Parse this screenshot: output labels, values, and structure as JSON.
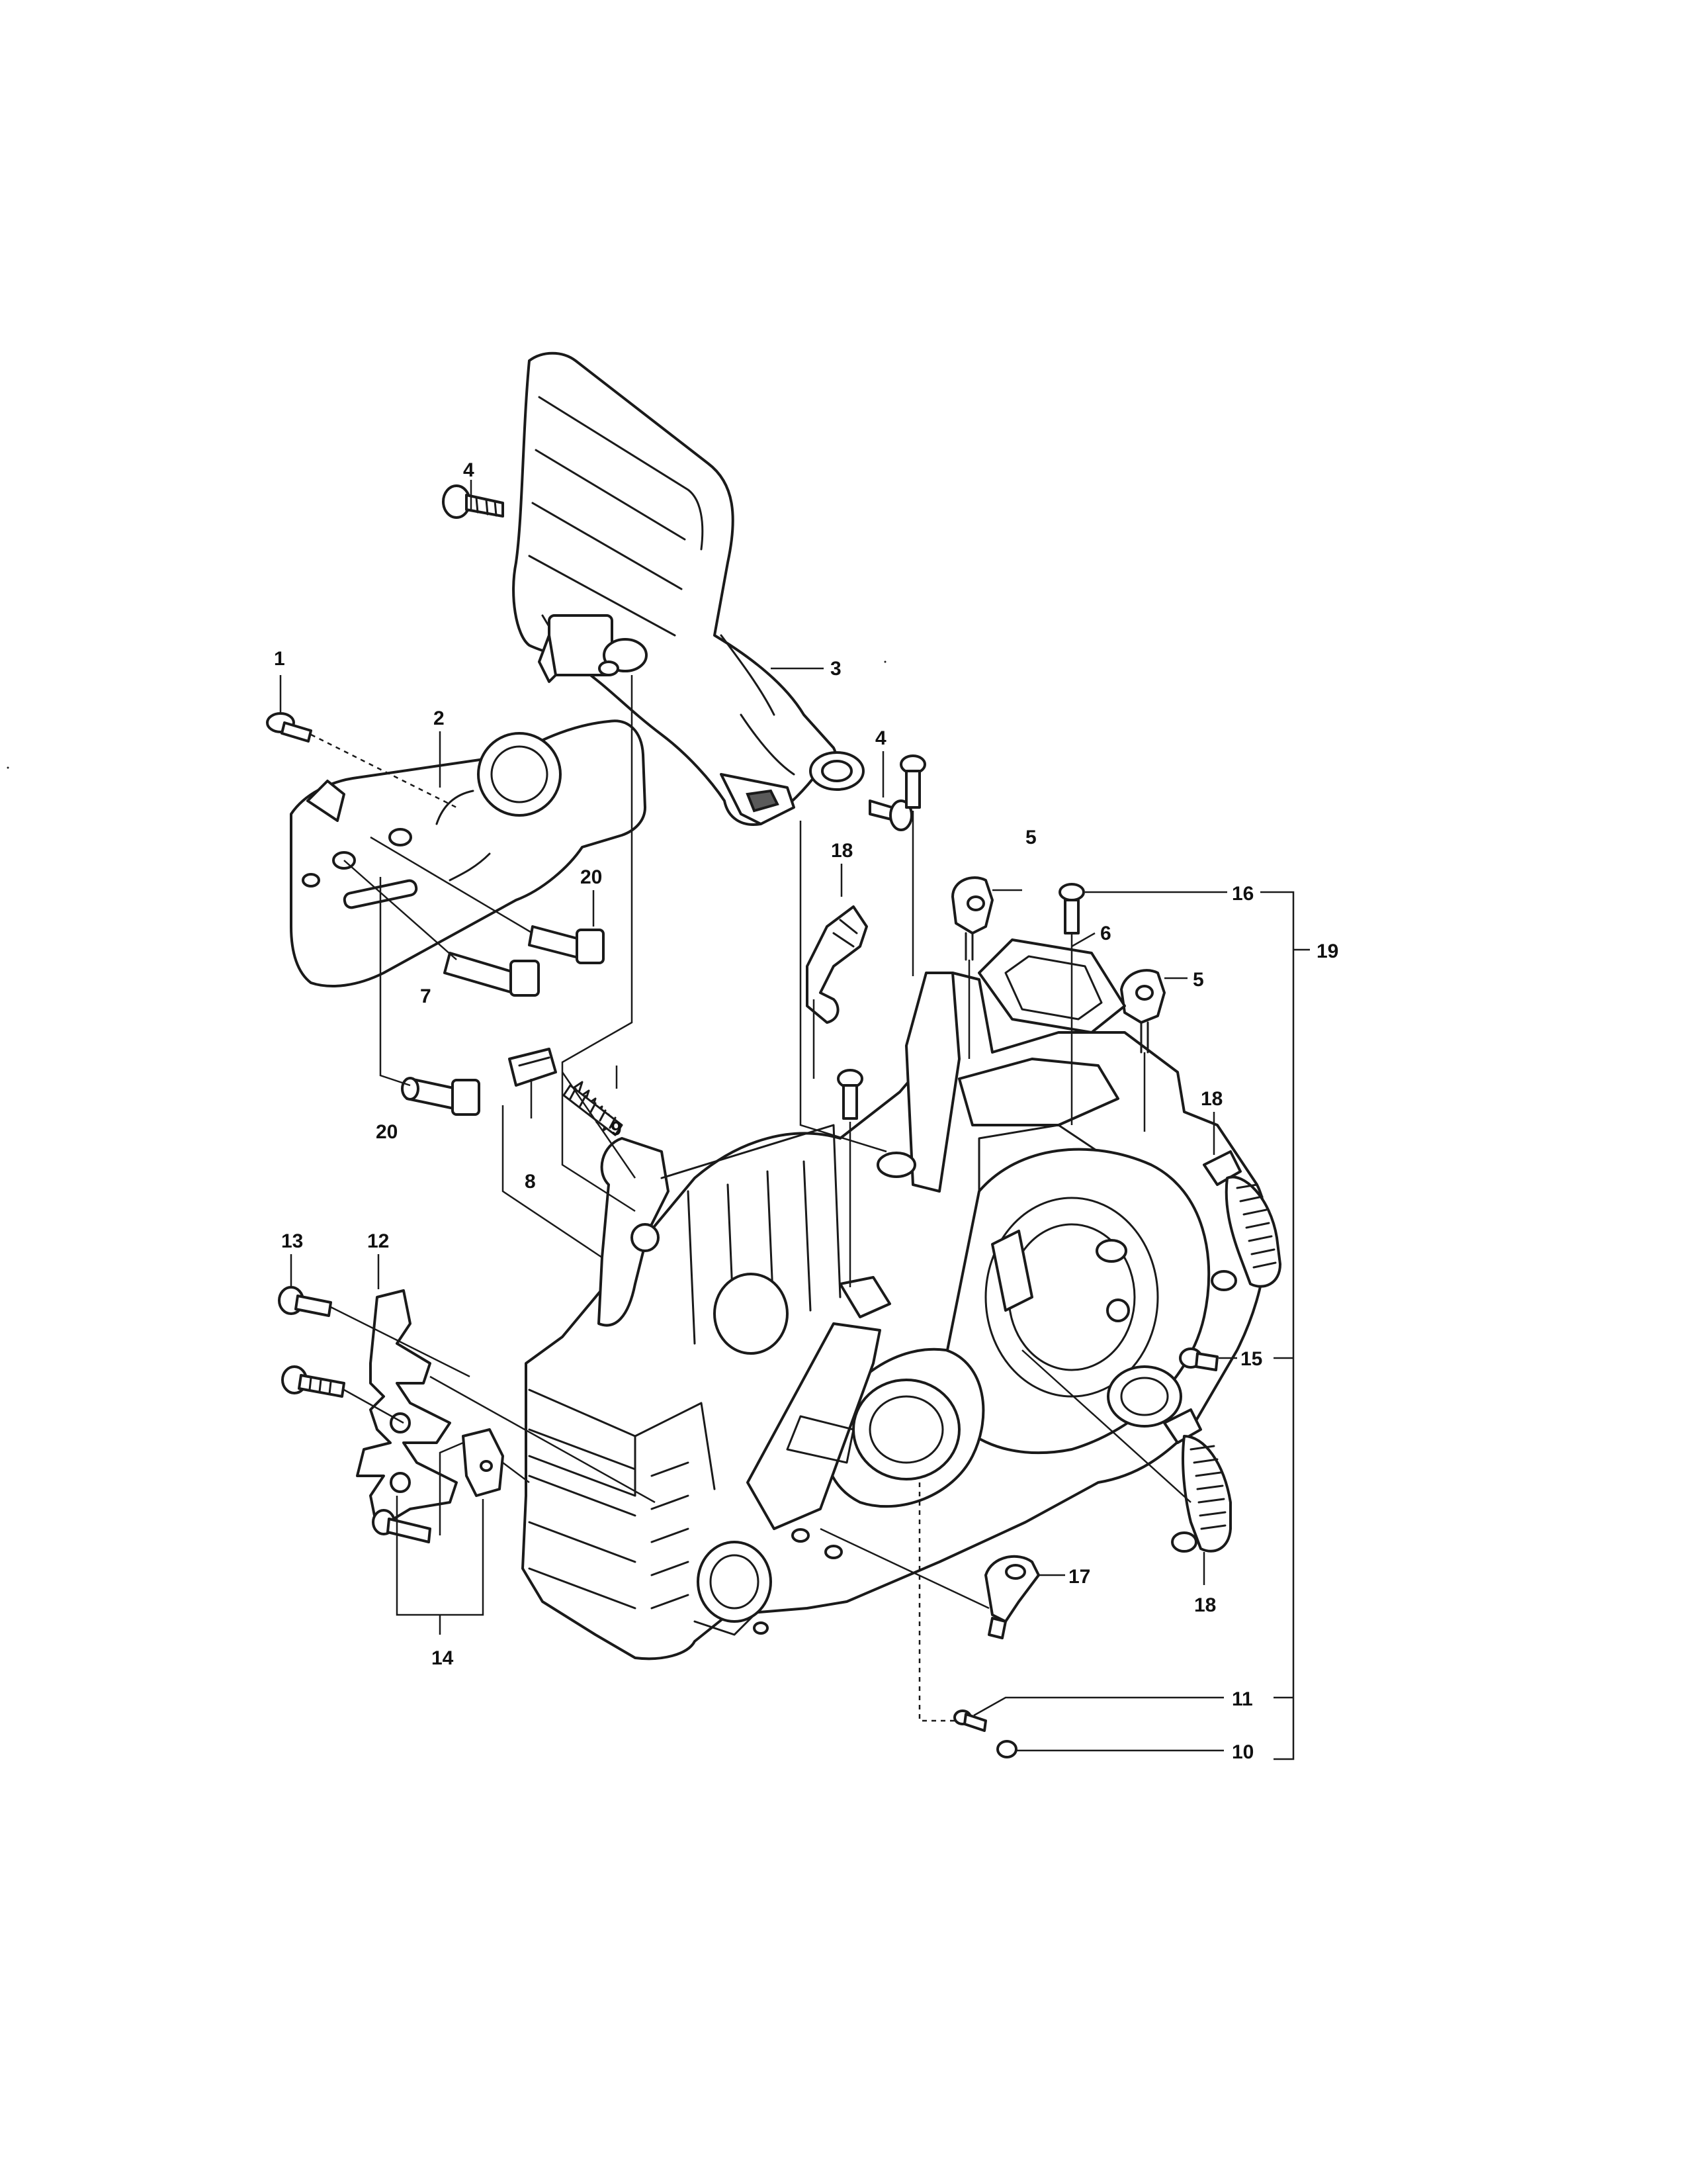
{
  "callouts": {
    "c1": "1",
    "c2": "2",
    "c3": "3",
    "c4a": "4",
    "c4b": "4",
    "c5a": "5",
    "c5b": "5",
    "c6": "6",
    "c7": "7",
    "c8": "8",
    "c9": "9",
    "c10": "10",
    "c11": "11",
    "c12": "12",
    "c13": "13",
    "c14": "14",
    "c15": "15",
    "c16": "16",
    "c17": "17",
    "c18a": "18",
    "c18b": "18",
    "c18c": "18",
    "c19": "19",
    "c20a": "20",
    "c20b": "20"
  }
}
